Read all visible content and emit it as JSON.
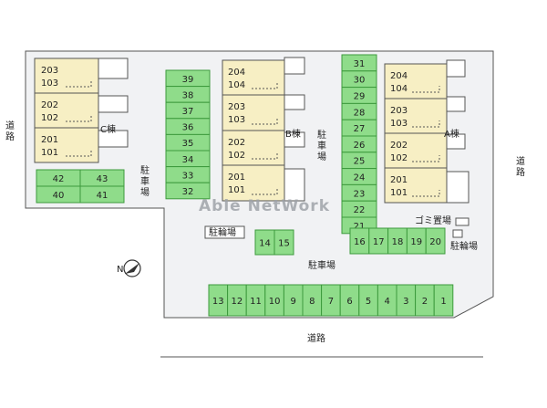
{
  "roads": {
    "left": "道路",
    "right": "道路",
    "bottom": "道路"
  },
  "watermark": "Able NetWork",
  "labels": {
    "parking": "駐車場",
    "bicycle_parking": "駐輪場",
    "garbage": "ゴミ置場"
  },
  "buildings": {
    "C": {
      "name": "C棟",
      "units": [
        [
          "203",
          "103"
        ],
        [
          "202",
          "102"
        ],
        [
          "201",
          "101"
        ]
      ]
    },
    "B": {
      "name": "B棟",
      "units": [
        [
          "204",
          "104"
        ],
        [
          "203",
          "103"
        ],
        [
          "202",
          "102"
        ],
        [
          "201",
          "101"
        ]
      ]
    },
    "A": {
      "name": "A棟",
      "units": [
        [
          "204",
          "104"
        ],
        [
          "203",
          "103"
        ],
        [
          "202",
          "102"
        ],
        [
          "201",
          "101"
        ]
      ]
    }
  },
  "parking": {
    "c_block": [
      "42",
      "43",
      "40",
      "41"
    ],
    "col_32_39": [
      "39",
      "38",
      "37",
      "36",
      "35",
      "34",
      "33",
      "32"
    ],
    "col_21_31": [
      "31",
      "30",
      "29",
      "28",
      "27",
      "26",
      "25",
      "24",
      "23",
      "22",
      "21"
    ],
    "row_16_20": [
      "16",
      "17",
      "18",
      "19",
      "20"
    ],
    "row_14_15": [
      "14",
      "15"
    ],
    "bottom_row": [
      "13",
      "12",
      "11",
      "10",
      "9",
      "8",
      "7",
      "6",
      "5",
      "4",
      "3",
      "2",
      "1"
    ]
  },
  "compass": "N"
}
